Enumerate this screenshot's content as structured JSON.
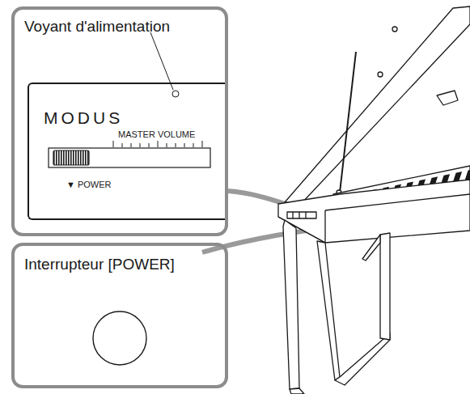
{
  "diagram": {
    "nodes": [
      {
        "text": [
          "Voyant d'alimentation"
        ]
      },
      {
        "text": [
          "MODUS",
          "MASTER VOLUME",
          "▼ POWER"
        ],
        "in": 0
      },
      {
        "text": [
          "Interrupteur [POWER]"
        ]
      }
    ]
  }
}
